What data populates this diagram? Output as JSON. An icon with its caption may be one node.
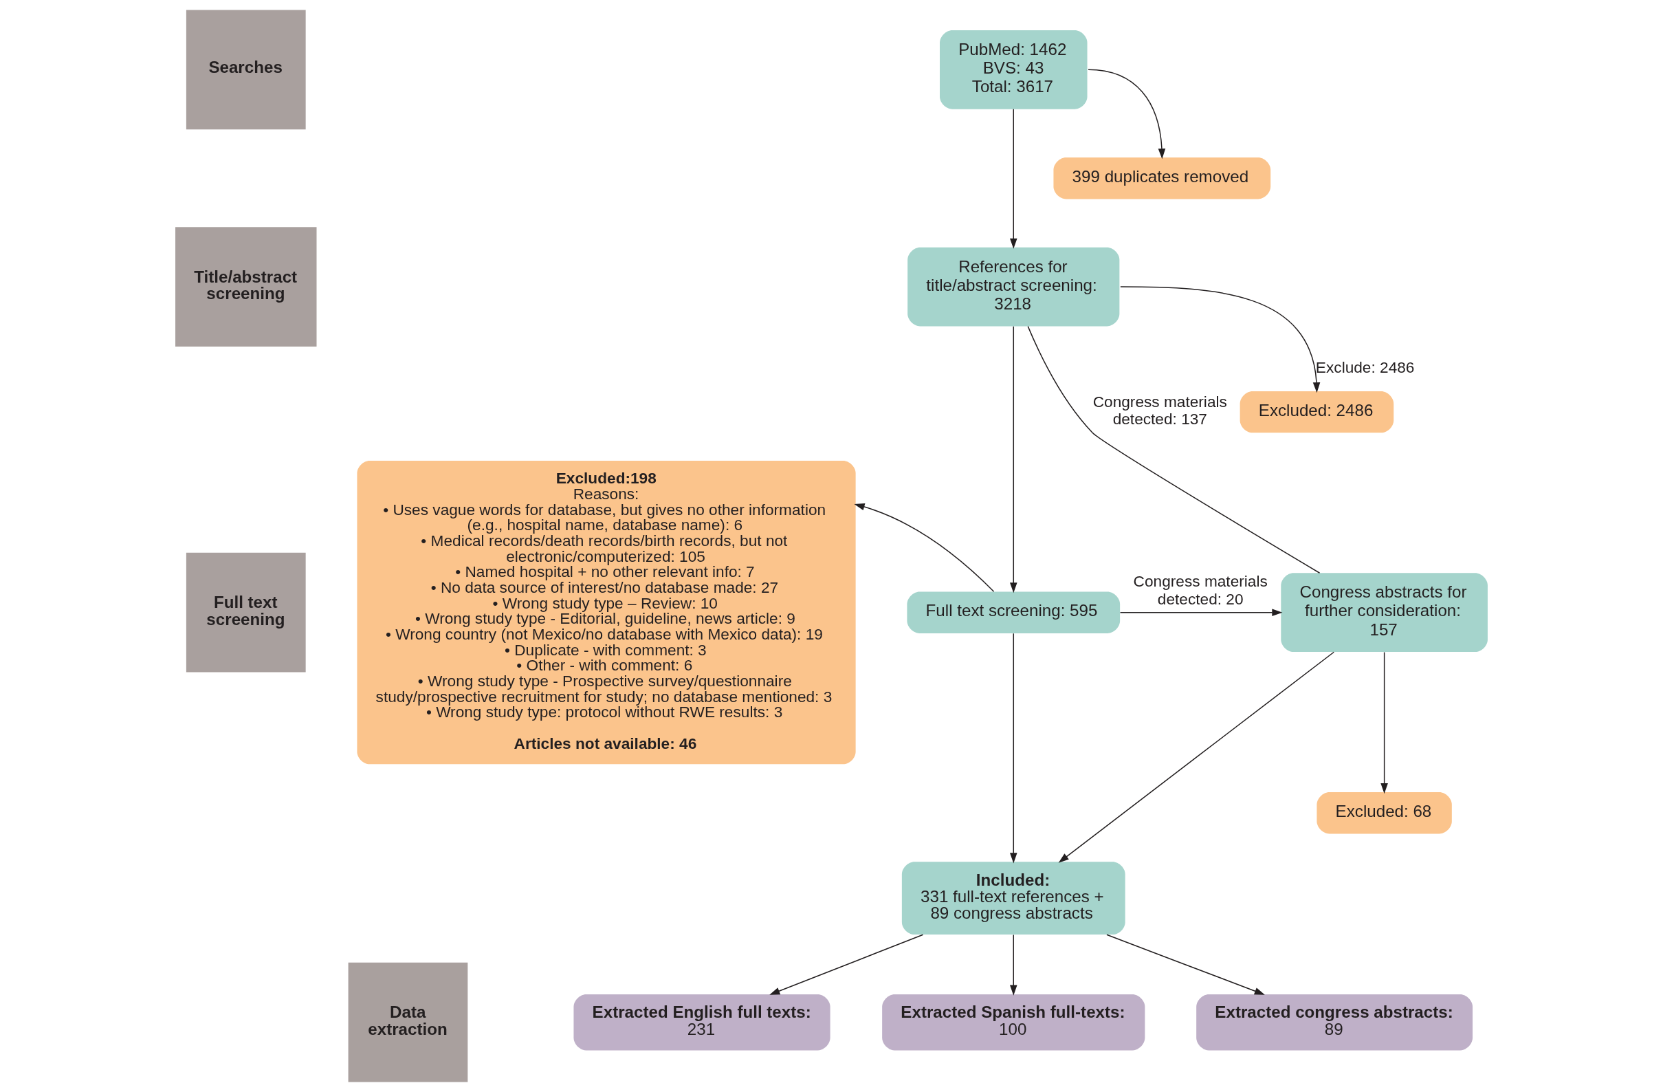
{
  "diagram": {
    "nodes": [
      {
        "text": [
          "Searches"
        ]
      },
      {
        "text": [
          "Title/abstract screening"
        ]
      },
      {
        "text": [
          "Full text screening"
        ]
      },
      {
        "text": [
          "Data extraction"
        ]
      },
      {
        "text": [
          "PubMed: 1462",
          "BVS: 43",
          "Total: 3617"
        ]
      },
      {
        "text": [
          "399 duplicates removed"
        ]
      },
      {
        "text": [
          "References for title/abstract screening: 3218"
        ]
      },
      {
        "text": [
          "Excluded: 2486"
        ]
      },
      {
        "text": [
          "Excluded:198",
          "Reasons:",
          "• Uses vague words for database, but gives no other information (e.g., hospital name, database name): 6",
          "• Medical records/death records/birth records, but not electronic/computerized: 105",
          "• Named hospital + no other relevant info: 7",
          "• No data source of interest/no database made: 27",
          "• Wrong study type – Review: 10",
          "• Wrong study type - Editorial, guideline, news article: 9",
          "• Wrong country (not Mexico/no database with Mexico data): 19",
          "• Duplicate - with comment: 3",
          "• Other - with comment: 6",
          "• Wrong study type - Prospective survey/questionnaire study/prospective recruitment for study; no database mentioned: 3",
          "• Wrong study type: protocol without RWE results: 3",
          "Articles not available: 46"
        ]
      },
      {
        "text": [
          "Full text screening: 595"
        ]
      },
      {
        "text": [
          "Congress abstracts for further consideration: 157"
        ]
      },
      {
        "text": [
          "Excluded: 68"
        ]
      },
      {
        "text": [
          "Included:",
          "331 full-text references + 89 congress abstracts"
        ]
      },
      {
        "text": [
          "Extracted English full texts:",
          "231"
        ]
      },
      {
        "text": [
          "Extracted Spanish full-texts:",
          "100"
        ]
      },
      {
        "text": [
          "Extracted congress abstracts:",
          "89"
        ]
      }
    ],
    "edges": [
      {
        "from": 4,
        "to": 6,
        "arrow": "to"
      },
      {
        "from": 4,
        "to": 5,
        "arrow": "to"
      },
      {
        "from": 6,
        "to": 7,
        "arrow": "to",
        "label": "Exclude: 2486"
      },
      {
        "from": 6,
        "to": 9,
        "arrow": "to"
      },
      {
        "from": 6,
        "to": 10,
        "arrow": "none",
        "label": "Congress materials detected: 137"
      },
      {
        "from": 9,
        "to": 10,
        "arrow": "to",
        "label": "Congress materials detected: 20"
      },
      {
        "from": 9,
        "to": 8,
        "arrow": "to"
      },
      {
        "from": 9,
        "to": 12,
        "arrow": "to"
      },
      {
        "from": 10,
        "to": 12,
        "arrow": "to"
      },
      {
        "from": 10,
        "to": 11,
        "arrow": "to"
      },
      {
        "from": 12,
        "to": 13,
        "arrow": "to"
      },
      {
        "from": 12,
        "to": 14,
        "arrow": "to"
      },
      {
        "from": 12,
        "to": 15,
        "arrow": "to"
      }
    ]
  }
}
